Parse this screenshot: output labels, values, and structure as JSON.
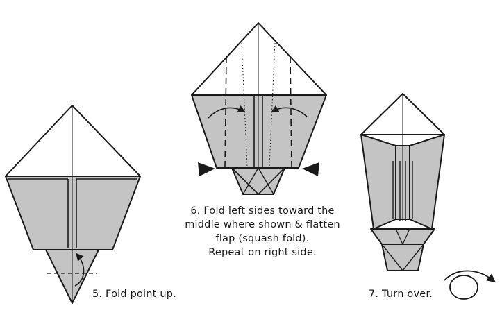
{
  "steps": [
    {
      "number": 5,
      "caption": "5. Fold point up."
    },
    {
      "number": 6,
      "caption_lines": [
        "6. Fold left sides toward the",
        "middle where shown & flatten",
        "flap (squash fold).",
        "Repeat on right side."
      ]
    },
    {
      "number": 7,
      "caption": "7. Turn over."
    }
  ],
  "colors": {
    "paper_front": "#ffffff",
    "paper_back": "#c4c4c4",
    "stroke": "#1a1a1a"
  },
  "icons": [
    "fold-arrow-icon",
    "push-triangle-icon",
    "turn-over-icon"
  ]
}
